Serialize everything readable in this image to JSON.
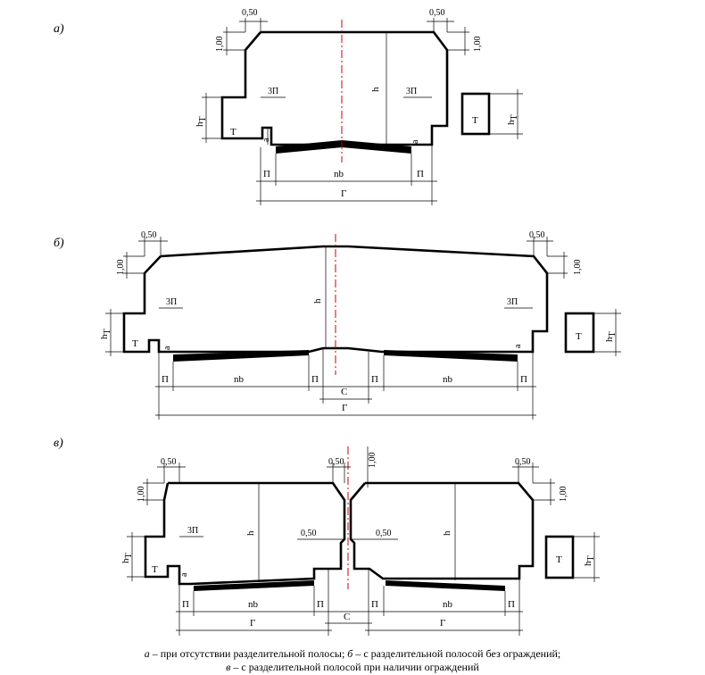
{
  "panels": {
    "a": {
      "label": "а)",
      "d050_left": "0,50",
      "d050_right": "0,50",
      "d100_left": "1,00",
      "d100_right": "1,00",
      "ht_left": "h",
      "ht_left_sub": "Т",
      "ht_right": "h",
      "ht_right_sub": "Т",
      "t_left": "Т",
      "t_box": "Т",
      "three_p_left": "3П",
      "three_p_right": "3П",
      "h": "h",
      "a_left": "a",
      "a_right": "a",
      "p_left": "П",
      "p_right": "П",
      "nb": "nb",
      "g": "Г"
    },
    "b": {
      "label": "б)",
      "d050_left": "0,50",
      "d050_right": "0,50",
      "d100_left": "1,00",
      "d100_right": "1,00",
      "ht_left": "h",
      "ht_left_sub": "Т",
      "ht_right": "h",
      "ht_right_sub": "Т",
      "t_left": "Т",
      "t_box": "Т",
      "three_p_left": "3П",
      "three_p_right": "3П",
      "h": "h",
      "a_left": "a",
      "a_right": "a",
      "p1": "П",
      "nb_left": "nb",
      "p2": "П",
      "c": "С",
      "p3": "П",
      "nb_right": "nb",
      "p4": "П",
      "g": "Г"
    },
    "v": {
      "label": "в)",
      "d050_left": "0,50",
      "d050_mid": "0,50",
      "d100_mid": "1,00",
      "d050_right": "0,50",
      "d100_left": "1,00",
      "d100_right": "1,00",
      "ht_left": "h",
      "ht_left_sub": "Т",
      "ht_right": "h",
      "ht_right_sub": "Т",
      "t_left": "Т",
      "t_box": "Т",
      "three_p_left": "3П",
      "h_left": "h",
      "h_right": "h",
      "d050_inner_left": "0,50",
      "d050_inner_right": "0,50",
      "a_left": "a",
      "p1": "П",
      "nb_left": "nb",
      "p2": "П",
      "c": "С",
      "p3": "П",
      "nb_right": "nb",
      "p4": "П",
      "g_left": "Г",
      "g_right": "Г"
    }
  },
  "caption": {
    "a_letter": "а",
    "a_text": " – при отсутствии разделительной полосы; ",
    "b_letter": "б",
    "b_text": " – с разделительной полосой без ограждений;",
    "v_letter": "в",
    "v_text": " – с разделительной полосой при наличии ограждений"
  }
}
